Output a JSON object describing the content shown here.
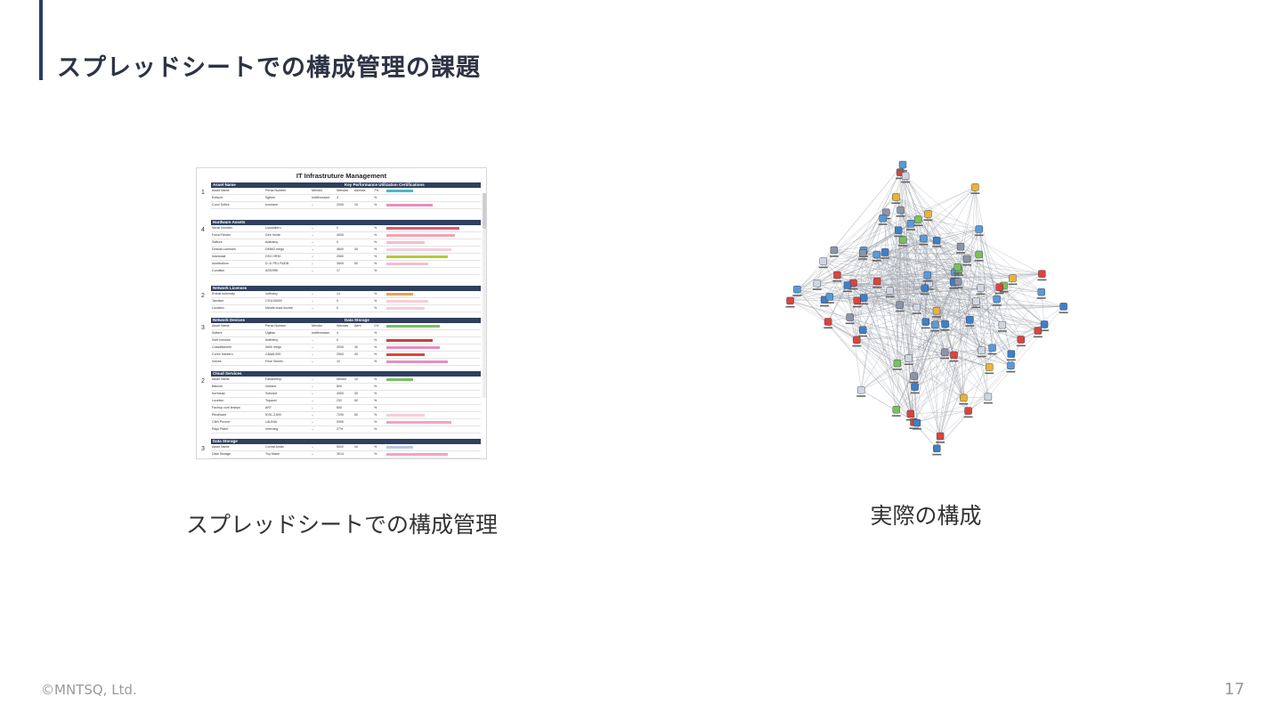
{
  "slide": {
    "title": "スプレッドシートでの構成管理の課題",
    "footer": "©MNTSQ, Ltd.",
    "page_number": "17"
  },
  "left_panel": {
    "caption": "スプレッドシートでの構成管理",
    "sheet": {
      "title": "IT Infrastruture Management",
      "sections": [
        {
          "num": "1",
          "head": "Asset Name",
          "kpi": "Key Performance Utilization Certifications",
          "rows": [
            {
              "a": "Asset Name",
              "b": "Persa Number",
              "c": "Mendor",
              "d": "Wendas",
              "e": "Asmsss",
              "f": "7%",
              "bar": 0.35,
              "color": "#4bb8c9"
            },
            {
              "a": "Enfsure",
              "b": "Sgitme",
              "c": "Indifenmsion",
              "d": "4",
              "e": "",
              "f": "%",
              "bar": 0,
              "color": "#4bb8c9"
            },
            {
              "a": "Corol Sofice",
              "b": "Ircrniane",
              "c": "–",
              "d": "2000",
              "e": "10",
              "f": "%",
              "bar": 0.6,
              "color": "#e58fc0"
            }
          ]
        },
        {
          "num": "4",
          "head": "Hardware Assets",
          "kpi": "",
          "rows": [
            {
              "a": "Serial Number",
              "b": "Uoodoifern",
              "c": "–",
              "d": "0",
              "e": "",
              "f": "%",
              "bar": 0.95,
              "color": "#e05a6a"
            },
            {
              "a": "Furud Reotor",
              "b": "Gen Ironte",
              "c": "–",
              "d": "4000",
              "e": "",
              "f": "%",
              "bar": 0.9,
              "color": "#f2a3b5"
            },
            {
              "a": "Softure",
              "b": "Aoffrainy",
              "c": "–",
              "d": "0",
              "e": "",
              "f": "%",
              "bar": 0.5,
              "color": "#f5bfd0"
            },
            {
              "a": "Dmtoat Licenses",
              "b": "DE663 mego",
              "c": "–",
              "d": "4600",
              "e": "40",
              "f": "%",
              "bar": 0.85,
              "color": "#f7cdd9"
            },
            {
              "a": "Islantoast",
              "b": "DS3 OR30",
              "c": "–",
              "d": "2500",
              "e": "",
              "f": "%",
              "bar": 0.8,
              "color": "#b4c93a"
            },
            {
              "a": "Aoctifudlom",
              "b": "D-JL PE1 RUDB",
              "c": "–",
              "d": "3600",
              "e": "50",
              "f": "%",
              "bar": 0.55,
              "color": "#f5bfd0"
            },
            {
              "a": "Condtion",
              "b": "ASSSRK",
              "c": "–",
              "d": "17",
              "e": "",
              "f": "%",
              "bar": 0,
              "color": "#f5bfd0"
            }
          ]
        },
        {
          "num": "2",
          "head": "Network Licenses",
          "kpi": "",
          "rows": [
            {
              "a": "Rntrisi oufmnaty",
              "b": "Voffrainy",
              "c": "–",
              "d": "14",
              "e": "",
              "f": "%",
              "bar": 0.35,
              "color": "#f5a04a"
            },
            {
              "a": "Tacntion",
              "b": "CS1194000",
              "c": "–",
              "d": "0",
              "e": "",
              "f": "%",
              "bar": 0.55,
              "color": "#f7cdd9"
            },
            {
              "a": "Location",
              "b": "Meotis bucd iscvice",
              "c": "–",
              "d": "0",
              "e": "",
              "f": "%",
              "bar": 0.5,
              "color": "#f7cdd9"
            }
          ]
        },
        {
          "num": "3",
          "head": "Network Devices",
          "kpi": "Data Storage",
          "rows": [
            {
              "a": "Asset Name",
              "b": "Persa Number",
              "c": "Mendor",
              "d": "Wendas",
              "e": "Aerti",
              "f": "1%",
              "bar": 0.7,
              "color": "#7bbf5f"
            },
            {
              "a": "Softere",
              "b": "Ugitlas",
              "c": "Indifenmsion",
              "d": "4",
              "e": "",
              "f": "%",
              "bar": 0,
              "color": "#7bbf5f"
            },
            {
              "a": "Sofe Icenses",
              "b": "Aoffrainy",
              "c": "–",
              "d": "0",
              "e": "",
              "f": "%",
              "bar": 0.6,
              "color": "#c94040"
            },
            {
              "a": "Cossdifannee",
              "b": "0600 mego",
              "c": "–",
              "d": "2000",
              "e": "40",
              "f": "%",
              "bar": 0.7,
              "color": "#e58fc0"
            },
            {
              "a": "Corrin Hantern",
              "b": "C8AAL900",
              "c": "–",
              "d": "2500",
              "e": "40",
              "f": "%",
              "bar": 0.5,
              "color": "#d94a3a"
            },
            {
              "a": "Voices",
              "b": "Fece Sinnes",
              "c": "–",
              "d": "10",
              "e": "",
              "f": "%",
              "bar": 0.8,
              "color": "#e58fc0"
            }
          ]
        },
        {
          "num": "2",
          "head": "Cloud Services",
          "kpi": "",
          "rows": [
            {
              "a": "Asset Name",
              "b": "Fartanfemp",
              "c": "–",
              "d": "Mentor",
              "e": "10",
              "f": "%",
              "bar": 0.35,
              "color": "#7bbf5f"
            },
            {
              "a": "Batcme",
              "b": "Vortane",
              "c": "–",
              "d": "800",
              "e": "",
              "f": "%",
              "bar": 0,
              "color": "#7bbf5f"
            },
            {
              "a": "Iscrmsap",
              "b": "Sobosst",
              "c": "–",
              "d": "4000",
              "e": "40",
              "f": "%",
              "bar": 0,
              "color": "#7bbf5f"
            },
            {
              "a": "Locztion",
              "b": "Topaoct",
              "c": "–",
              "d": "232",
              "e": "50",
              "f": "%",
              "bar": 0,
              "color": "#7bbf5f"
            },
            {
              "a": "Fachup conf linseps",
              "b": "ART",
              "c": "–",
              "d": "800",
              "e": "",
              "f": "%",
              "bar": 0,
              "color": "#7bbf5f"
            },
            {
              "a": "Rinofwant",
              "b": "IDSI–3,600",
              "c": "–",
              "d": "7200",
              "e": "50",
              "f": "%",
              "bar": 0.5,
              "color": "#f7cdd9"
            },
            {
              "a": "CNN Povent",
              "b": "LAUNIA",
              "c": "–",
              "d": "5300",
              "e": "",
              "f": "%",
              "bar": 0.85,
              "color": "#f2a3c5"
            },
            {
              "a": "Rispi Piaert",
              "b": "Verfrhing",
              "c": "–",
              "d": "27%",
              "e": "",
              "f": "%",
              "bar": 0,
              "color": "#f2a3c5"
            }
          ]
        },
        {
          "num": "3",
          "head": "Data Storage",
          "kpi": "",
          "rows": [
            {
              "a": "Asset Name",
              "b": "Cornat Andts",
              "c": "–",
              "d": "5002",
              "e": "10",
              "f": "%",
              "bar": 0.35,
              "color": "#b9c8e8"
            },
            {
              "a": "Data Storage",
              "b": "Tny Mane",
              "c": "–",
              "d": "3014",
              "e": "",
              "f": "%",
              "bar": 0.8,
              "color": "#f2a3c5"
            },
            {
              "a": "Datta lanuses",
              "b": "CFUDA N502",
              "c": "–",
              "d": "96",
              "e": "50",
              "f": "%",
              "bar": 0.55,
              "color": "#f7cdd9"
            }
          ]
        }
      ]
    }
  },
  "right_panel": {
    "caption": "実際の構成",
    "network": {
      "node_count": 90,
      "node_colors": [
        "#3f7fc6",
        "#5a9ad6",
        "#8a95a8",
        "#d9453e",
        "#e8b33a",
        "#7bbf5f",
        "#cfd6e0"
      ]
    }
  }
}
